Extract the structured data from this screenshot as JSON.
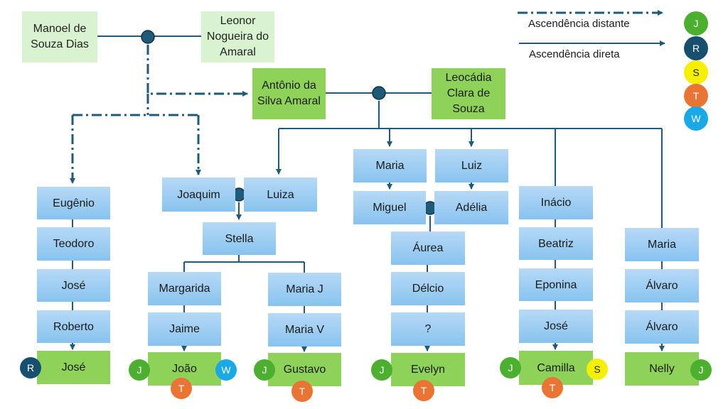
{
  "legend": {
    "distant": "Ascendência distante",
    "direct": "Ascendência direta",
    "badges": [
      "J",
      "R",
      "S",
      "T",
      "W"
    ]
  },
  "people": {
    "manoel": "Manoel de Souza Dias",
    "leonor": "Leonor Nogueira do Amaral",
    "antonio": "Antônio da Silva Amaral",
    "leocadia": "Leocádia Clara de Souza",
    "eugenio": "Eugênio",
    "teodoro": "Teodoro",
    "jose1": "José",
    "roberto": "Roberto",
    "jose2": "José",
    "joaquim": "Joaquim",
    "luiza": "Luiza",
    "stella": "Stella",
    "margarida": "Margarida",
    "jaime": "Jaime",
    "joao": "João",
    "mariaj": "Maria J",
    "mariav": "Maria V",
    "gustavo": "Gustavo",
    "maria1": "Maria",
    "miguel": "Miguel",
    "luiz": "Luiz",
    "adelia": "Adélia",
    "aurea": "Áurea",
    "delcio": "Délcio",
    "unknown": "?",
    "evelyn": "Evelyn",
    "inacio": "Inácio",
    "beatriz": "Beatriz",
    "eponina": "Eponina",
    "jose3": "José",
    "camilla": "Camilla",
    "maria2": "Maria",
    "alvaro1": "Álvaro",
    "alvaro2": "Álvaro",
    "nelly": "Nelly"
  },
  "colors": {
    "line": "#1f5a78",
    "light_green": "#d9f2d0",
    "green": "#8ed25a",
    "blue": "#9ccdf2"
  }
}
